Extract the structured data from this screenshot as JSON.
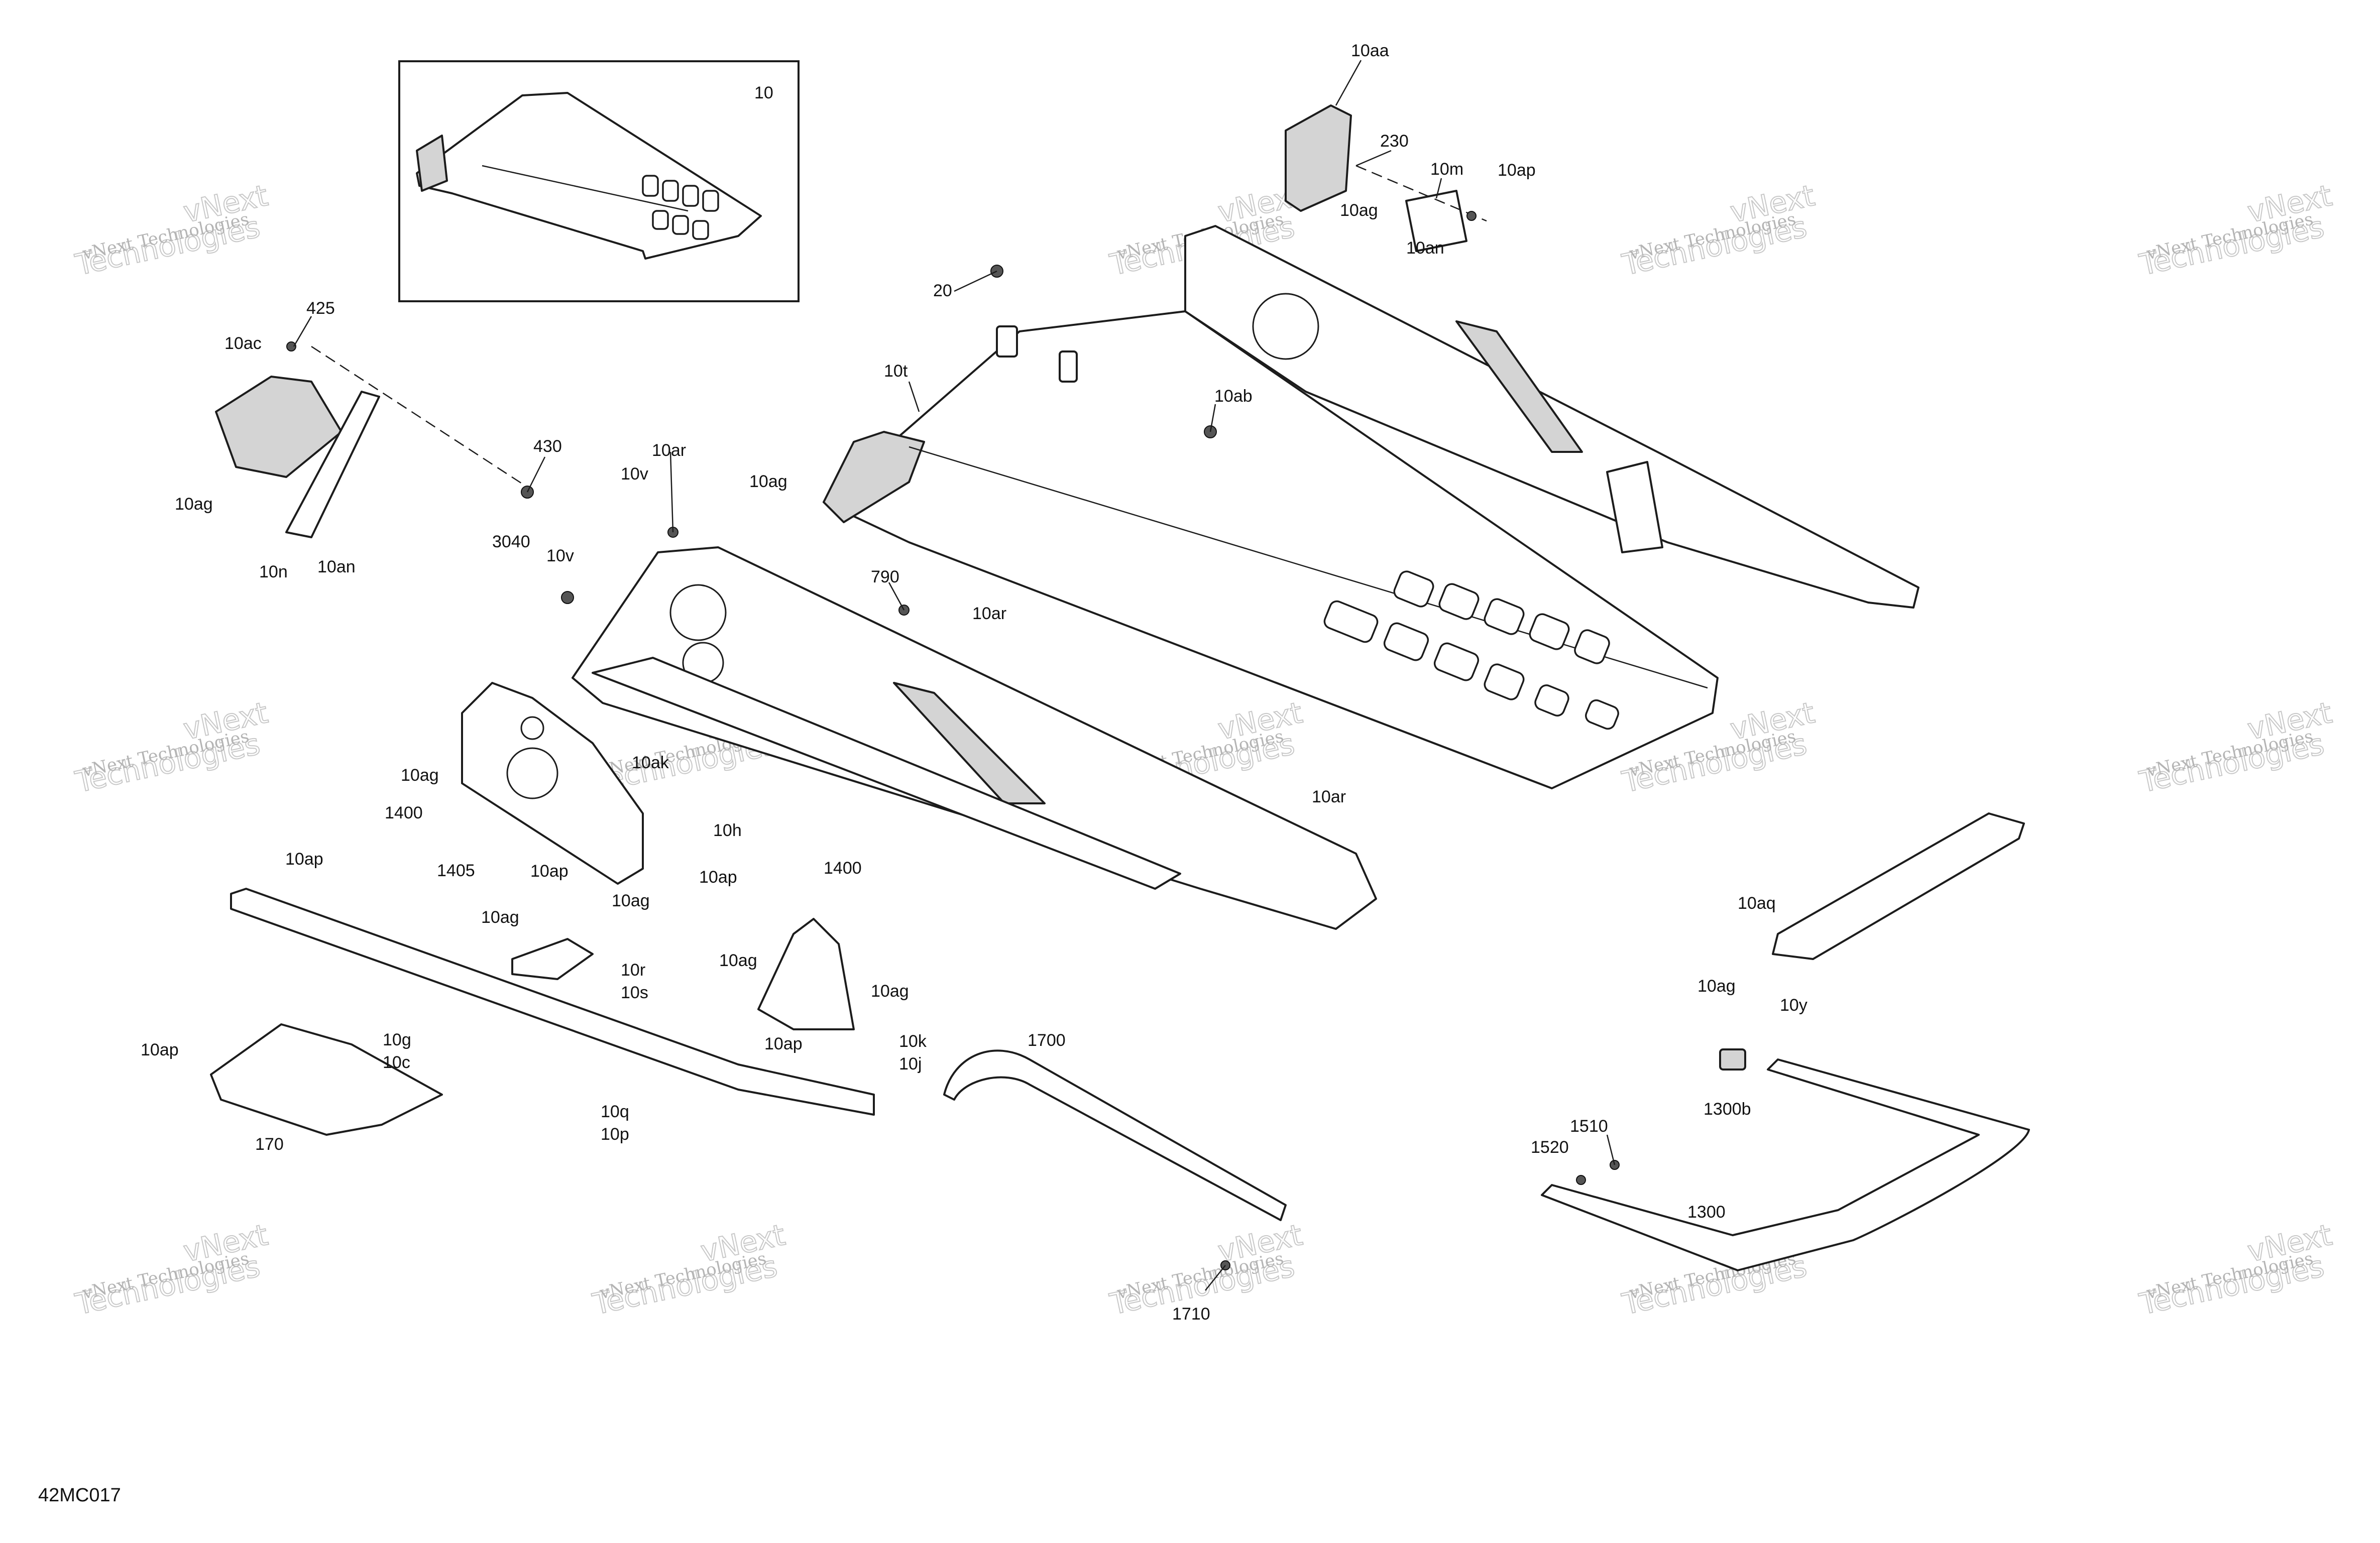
{
  "diagram": {
    "reference_code": "42MC017",
    "inset_label": "10",
    "watermark": {
      "line1": "vNext Technologies",
      "line2": "vNext",
      "line3": "Technologies"
    },
    "callouts": {
      "c10aa": "10aa",
      "c230": "230",
      "c10m": "10m",
      "c10ap_top": "10ap",
      "c10ag_top": "10ag",
      "c10an_top": "10an",
      "c20": "20",
      "c10t": "10t",
      "c10ab": "10ab",
      "c10ag_tank": "10ag",
      "c425": "425",
      "c10ac": "10ac",
      "c430": "430",
      "c10ag_left": "10ag",
      "c10n": "10n",
      "c10an_left": "10an",
      "c10ar_top": "10ar",
      "c10v_top": "10v",
      "c3040": "3040",
      "c10v_mid": "10v",
      "c790": "790",
      "c10ar_mid": "10ar",
      "c10ag_plate": "10ag",
      "c1400_left": "1400",
      "c10ak": "10ak",
      "c10h": "10h",
      "c1405": "1405",
      "c10ap_plate": "10ap",
      "c10ap_right": "10ap",
      "c10ag_plate_low": "10ag",
      "c1400_mid": "1400",
      "c10ar_right": "10ar",
      "c10ap_strip": "10ap",
      "c10ag_bracket": "10ag",
      "c10r": "10r",
      "c10s": "10s",
      "c10ag_tri": "10ag",
      "c10ag_tri_r": "10ag",
      "c10k": "10k",
      "c10j": "10j",
      "c10ap_tri": "10ap",
      "c10ap_pan": "10ap",
      "c10g": "10g",
      "c10c": "10c",
      "c170": "170",
      "c10q": "10q",
      "c10p": "10p",
      "c1700": "1700",
      "c1710": "1710",
      "c10aq": "10aq",
      "c10ag_rail": "10ag",
      "c10y": "10y",
      "c1300b": "1300b",
      "c1510": "1510",
      "c1520": "1520",
      "c1300": "1300"
    }
  }
}
